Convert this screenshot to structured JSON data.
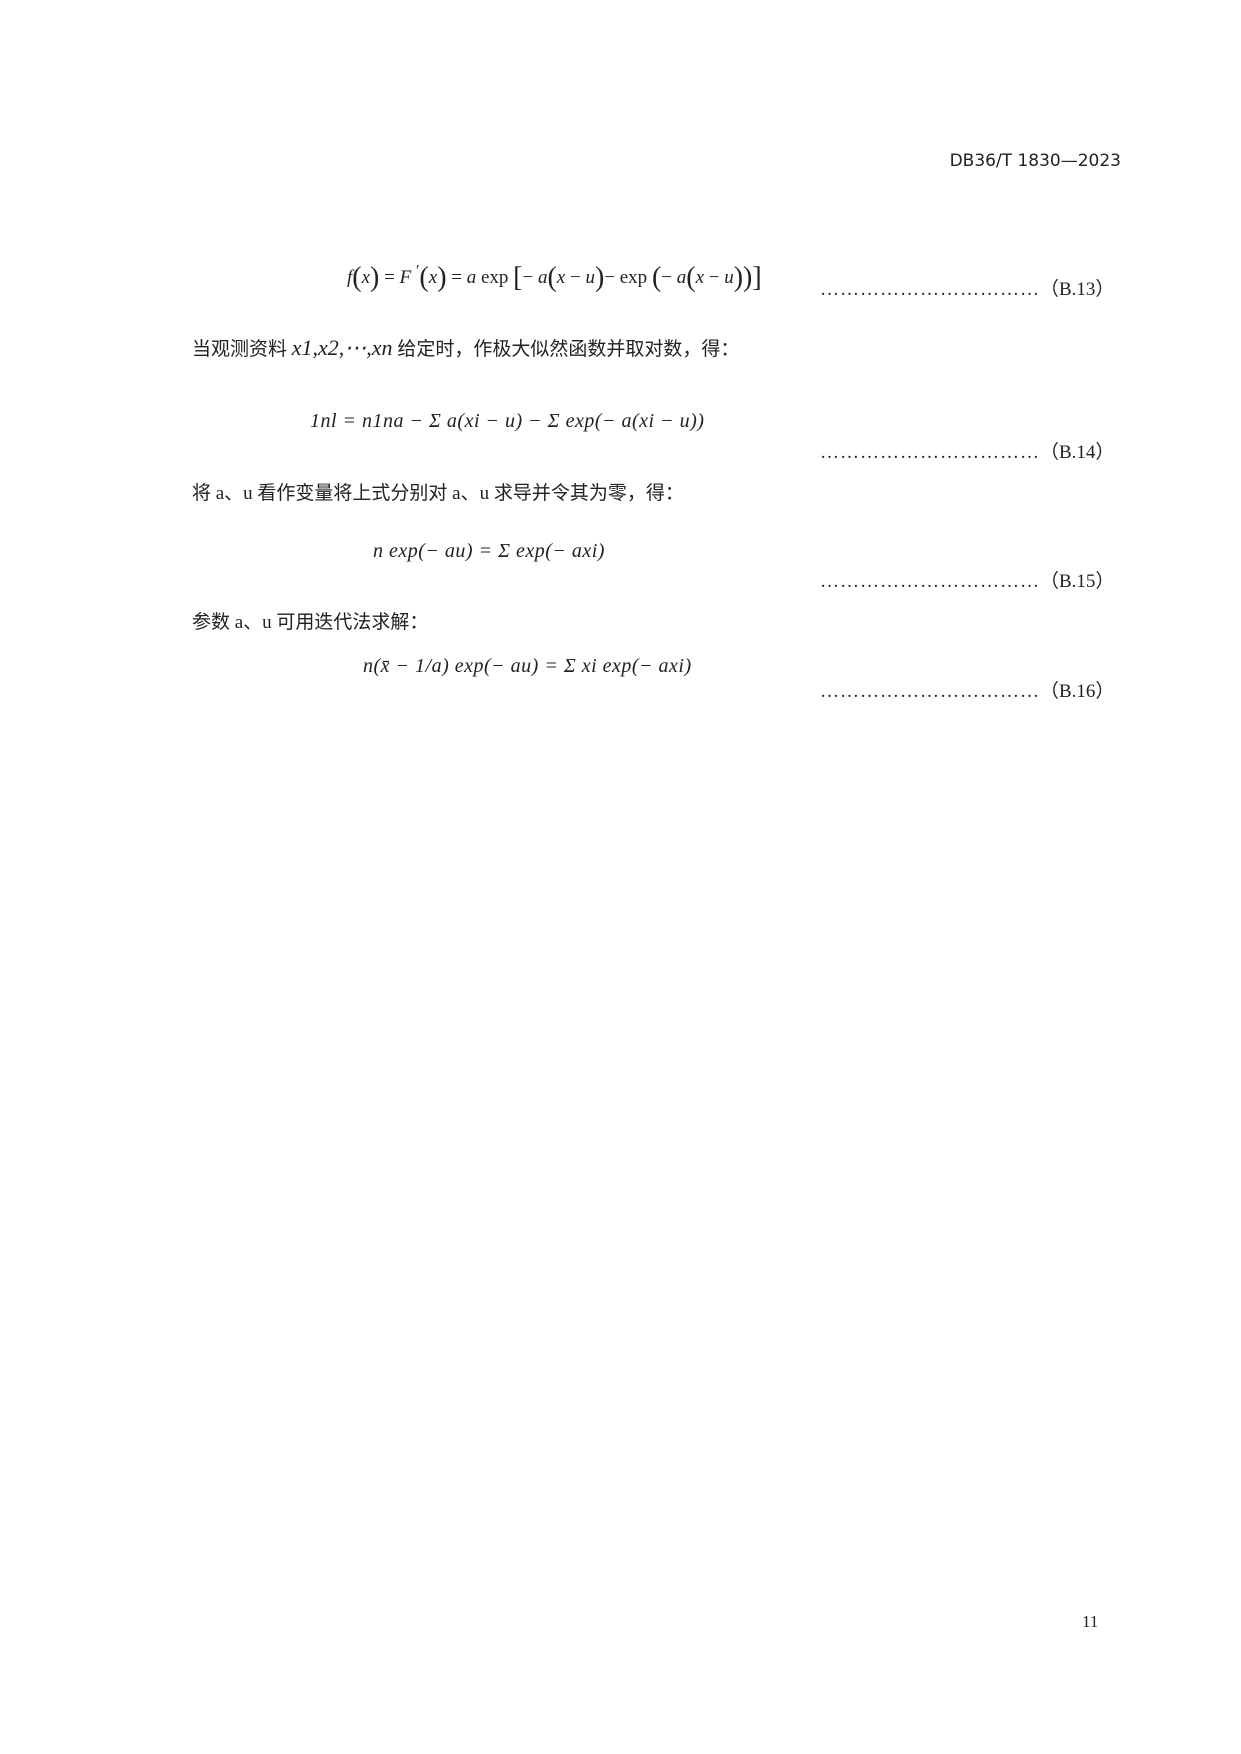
{
  "header": {
    "standard_code": "DB36/T 1830—2023"
  },
  "equations": [
    {
      "id": "B.13",
      "tag": "（B.13）",
      "dots": "……………………………"
    },
    {
      "id": "B.14",
      "tag": "（B.14）",
      "dots": "……………………………"
    },
    {
      "id": "B.15",
      "tag": "（B.15）",
      "dots": "……………………………"
    },
    {
      "id": "B.16",
      "tag": "（B.16）",
      "dots": "……………………………"
    }
  ],
  "paragraphs": {
    "p1_before": "当观测资料",
    "p1_vars": "x1,x2,⋯,xn",
    "p1_after": "给定时，作极大似然函数并取对数，得：",
    "p2": "将 a、u 看作变量将上式分别对 a、u 求导并令其为零，得：",
    "p3": "参数 a、u 可用迭代法求解："
  },
  "formulas": {
    "b13": "f(x) = F′(x) = a exp[− a(x − u) − exp(− a(x − u))]",
    "b14": "1nl = n1na − Σ a(xi − u) − Σ exp(− a(xi − u))",
    "b15": "n exp(− au) = Σ exp(− axi)",
    "b16": "n(x̄ − 1/a) exp(− au) = Σ xi exp(− axi)"
  },
  "page_number": "11"
}
